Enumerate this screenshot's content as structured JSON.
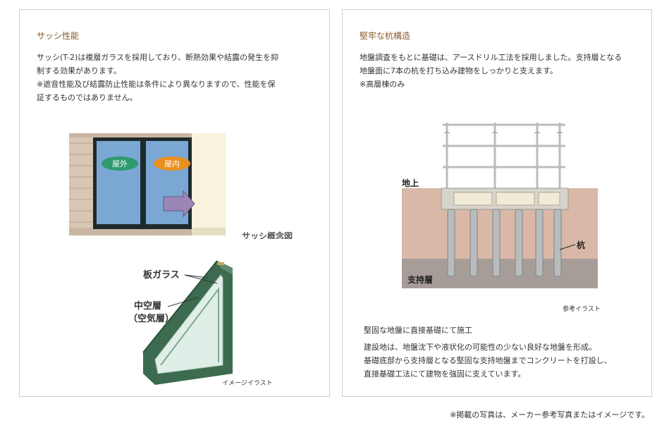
{
  "sash": {
    "title": "サッシ性能",
    "body_lines": [
      "サッシ(T-2)は複層ガラスを採用しており、断熱効果や結露の発生を抑",
      "制する効果があります。",
      "※遮音性能及び結露防止性能は条件により異なりますので、性能を保",
      "証するものではありません。"
    ],
    "label_outdoor": "屋外",
    "label_indoor": "屋内",
    "concept_caption": "サッシ概念図",
    "label_glass": "板ガラス",
    "label_hollow_1": "中空層",
    "label_hollow_2": "（空気層）",
    "image_caption": "イメージイラスト"
  },
  "pile": {
    "title": "堅牢な杭構造",
    "body_lines": [
      "地盤調査をもとに基礎は、アースドリル工法を採用しました。支持層となる",
      "地盤面に7本の杭を打ち込み建物をしっかりと支えます。",
      "※高層棟のみ"
    ],
    "label_ground": "地上",
    "label_pile": "杭",
    "label_support": "支持層",
    "ref_caption": "参考イラスト",
    "sub_heading": "堅固な地盤に直接基礎にて施工",
    "sub_lines": [
      "建設地は、地盤沈下や液状化の可能性の少ない良好な地盤を形成。",
      "基礎底部から支持層となる堅固な支持地盤までコンクリートを打設し、",
      "直接基礎工法にて建物を強固に支えています。"
    ]
  },
  "footer_note": "※掲載の写真は、メーカー参考写真またはイメージです。",
  "colors": {
    "title": "#8a5a2b",
    "outdoor_badge": "#2f9a6e",
    "indoor_badge": "#e8901f",
    "glass_blue": "#7aa7d4",
    "frame_green": "#3c6b4f",
    "soil": "#d9b8a8",
    "support": "#a79d98"
  }
}
